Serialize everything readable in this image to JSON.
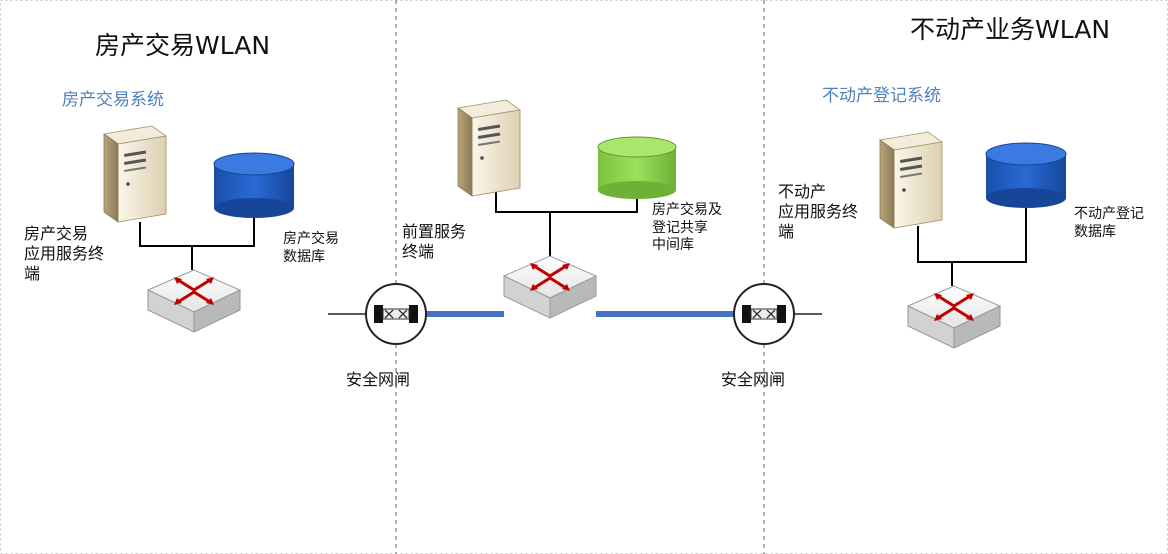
{
  "zones": {
    "left": {
      "wlan_title": "房产交易WLAN",
      "system_title": "房产交易系统",
      "server_label": "房产交易\n应用服务终\n端",
      "db_label": "房产交易\n数据库",
      "db_color": "#1f5fc4"
    },
    "middle": {
      "server_label": "前置服务\n终端",
      "db_label": "房产交易及\n登记共享\n中间库",
      "db_color": "#8fd14f"
    },
    "right": {
      "wlan_title": "不动产业务WLAN",
      "system_title": "不动产登记系统",
      "server_label": "不动产\n应用服务终\n端",
      "db_label": "不动产登记\n数据库",
      "db_color": "#1f5fc4"
    }
  },
  "gateways": {
    "left_label": "安全网闸",
    "right_label": "安全网闸"
  },
  "colors": {
    "link_blue": "#4472c4",
    "system_title": "#4f81bd",
    "router_arrow": "#c00000"
  },
  "icons": [
    "server-icon",
    "database-icon",
    "router-icon",
    "security-gateway-icon"
  ]
}
